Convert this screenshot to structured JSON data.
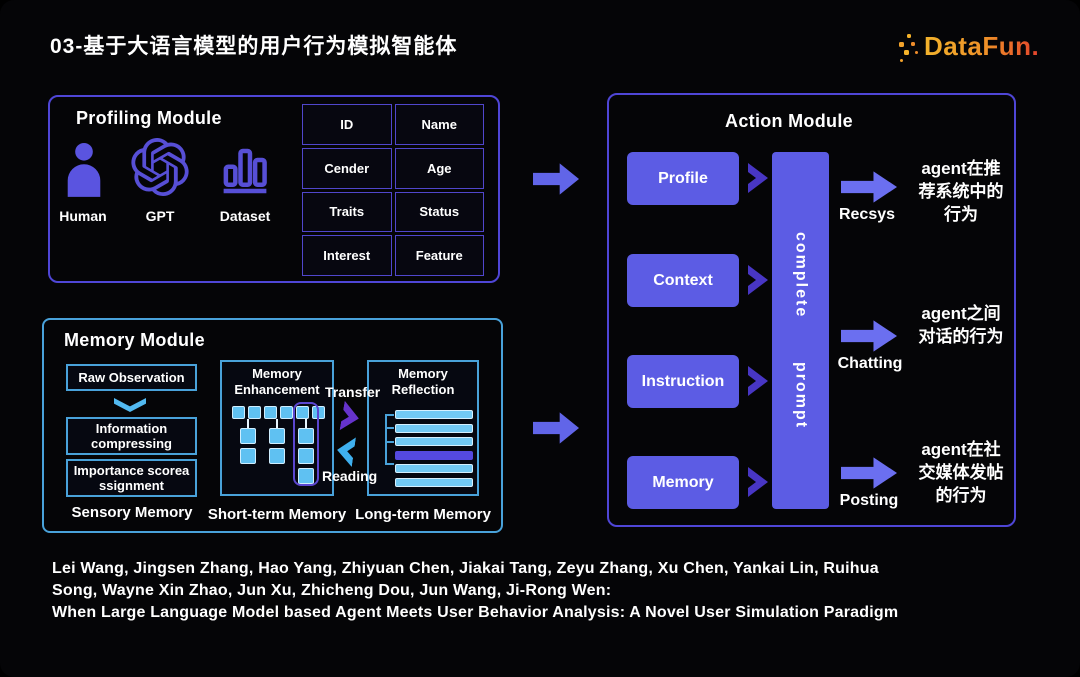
{
  "slide": {
    "title": "03-基于大语言模型的用户行为模拟智能体",
    "logo_text": "DataFun."
  },
  "colors": {
    "background": "#050507",
    "purple_border": "#4f46d6",
    "purple_fill": "#5c5ce4",
    "purple_arrow": "#6165e8",
    "dark_purple_chevron": "#4836c4",
    "blue_border": "#49a2da",
    "light_blue_fill": "#5fc1f2",
    "reflection_highlight": "#5449e0",
    "transfer_arrow": "#6633cc",
    "reading_arrow": "#3fb0ee",
    "logo_gradient_start": "#f2b32c",
    "logo_gradient_end": "#e4432c"
  },
  "profiling": {
    "title": "Profiling Module",
    "icons": [
      {
        "name": "human-icon",
        "label": "Human"
      },
      {
        "name": "gpt-icon",
        "label": "GPT"
      },
      {
        "name": "dataset-icon",
        "label": "Dataset"
      }
    ],
    "table": [
      [
        "ID",
        "Name"
      ],
      [
        "Cender",
        "Age"
      ],
      [
        "Traits",
        "Status"
      ],
      [
        "Interest",
        "Feature"
      ]
    ]
  },
  "memory": {
    "title": "Memory Module",
    "sensory": {
      "boxes": [
        "Raw Observation",
        "Information compressing",
        "Importance scorea ssignment"
      ],
      "label": "Sensory Memory"
    },
    "short_term": {
      "title": "Memory Enhancement",
      "label": "Short-term Memory",
      "top_row_count": 6,
      "columns": [
        2,
        2,
        3
      ]
    },
    "long_term": {
      "title": "Memory Reflection",
      "label": "Long-term Memory",
      "bar_count": 6,
      "highlight_index": 3
    },
    "transfer_label": "Transfer",
    "reading_label": "Reading"
  },
  "action": {
    "title": "Action Module",
    "inputs": [
      "Profile",
      "Context",
      "Instruction",
      "Memory"
    ],
    "prompt_words": [
      "complete",
      "prompt"
    ],
    "outputs": [
      {
        "channel": "Recsys",
        "desc_lines": [
          "agent在推",
          "荐系统中的",
          "行为"
        ]
      },
      {
        "channel": "Chatting",
        "desc_lines": [
          "agent之间",
          "对话的行为",
          ""
        ]
      },
      {
        "channel": "Posting",
        "desc_lines": [
          "agent在社",
          "交媒体发帖",
          "的行为"
        ]
      }
    ]
  },
  "footer": {
    "lines": [
      "Lei Wang, Jingsen Zhang, Hao Yang, Zhiyuan Chen, Jiakai Tang, Zeyu Zhang, Xu Chen, Yankai Lin, Ruihua",
      "Song, Wayne Xin Zhao, Jun Xu, Zhicheng Dou, Jun Wang, Ji-Rong Wen:",
      "When Large Language Model based Agent Meets User Behavior Analysis: A Novel User Simulation Paradigm"
    ]
  }
}
